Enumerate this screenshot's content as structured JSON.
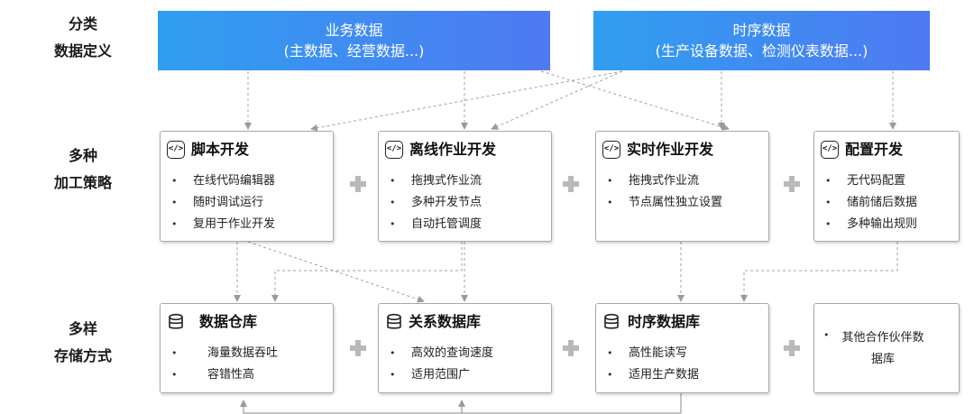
{
  "row_labels": {
    "category": [
      "分类",
      "数据定义"
    ],
    "processing": [
      "多种",
      "加工策略"
    ],
    "storage": [
      "多样",
      "存储方式"
    ]
  },
  "data_sources": [
    {
      "title": "业务数据",
      "subtitle": "(主数据、经营数据...)"
    },
    {
      "title": "时序数据",
      "subtitle": "(生产设备数据、检测仪表数据...)"
    }
  ],
  "processing": [
    {
      "icon": "code-icon",
      "title": "脚本开发",
      "items": [
        "在线代码编辑器",
        "随时调试运行",
        "复用于作业开发"
      ]
    },
    {
      "icon": "code-icon",
      "title": "离线作业开发",
      "items": [
        "拖拽式作业流",
        "多种开发节点",
        "自动托管调度"
      ]
    },
    {
      "icon": "code-icon",
      "title": "实时作业开发",
      "items": [
        "拖拽式作业流",
        "节点属性独立设置"
      ]
    },
    {
      "icon": "code-icon",
      "title": "配置开发",
      "items": [
        "无代码配置",
        "储前储后数据",
        "多种输出规则"
      ]
    }
  ],
  "storage": [
    {
      "icon": "database-icon",
      "title": "数据仓库",
      "items": [
        "海量数据吞吐",
        "容错性高"
      ]
    },
    {
      "icon": "database-icon",
      "title": "关系数据库",
      "items": [
        "高效的查询速度",
        "适用范围广"
      ]
    },
    {
      "icon": "database-icon",
      "title": "时序数据库",
      "items": [
        "高性能读写",
        "适用生产数据"
      ]
    },
    {
      "icon": "",
      "title": "",
      "items": [
        "其他合作伙伴数据库"
      ]
    }
  ],
  "colors": {
    "banner_start": "#2f9ff0",
    "banner_end": "#4f79f2",
    "connector": "#9a9a9a",
    "plus": "#b9b9b9"
  }
}
